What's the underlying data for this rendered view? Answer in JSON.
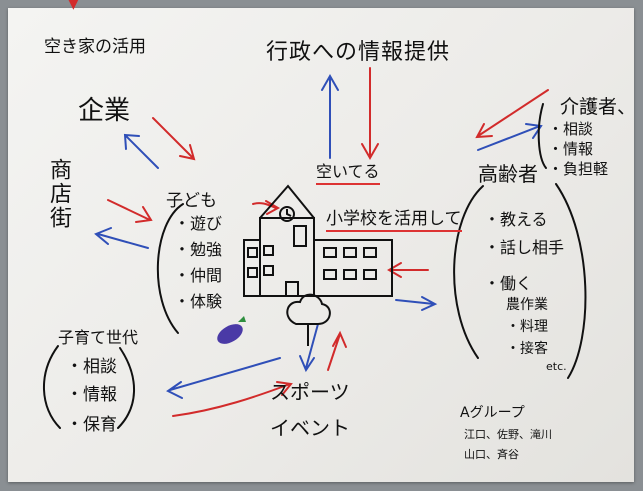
{
  "colors": {
    "paper": "#efeeeb",
    "ink": "#111111",
    "red_arrow": "#d22b2b",
    "blue_arrow": "#2f4fb8"
  },
  "corner_mark": "▼",
  "title_top_left": "空き家の活用",
  "title_top": "行政への情報提供",
  "company": "企業",
  "shopping_street": "商店街",
  "children": {
    "heading": "子ども",
    "items": [
      "・遊び",
      "・勉強",
      "・仲間",
      "・体験"
    ]
  },
  "school": {
    "line1": "空いてる",
    "line2": "小学校を活用して"
  },
  "caregivers": {
    "heading": "介護者、",
    "items": [
      "・相談",
      "・情報",
      "・負担軽"
    ]
  },
  "elderly": {
    "heading": "高齢者",
    "items": [
      "・教える",
      "・話し相手",
      "・働く"
    ],
    "work_items": [
      "農作業",
      "・料理",
      "・接客",
      "etc."
    ]
  },
  "parents": {
    "heading": "子育て世代",
    "items": [
      "・相談",
      "・情報",
      "・保育"
    ]
  },
  "sports": {
    "line1": "スポーツ",
    "line2": "イベント"
  },
  "group": {
    "name": "Aグループ",
    "members1": "江口、佐野、滝川",
    "members2": "山口、斉谷"
  }
}
